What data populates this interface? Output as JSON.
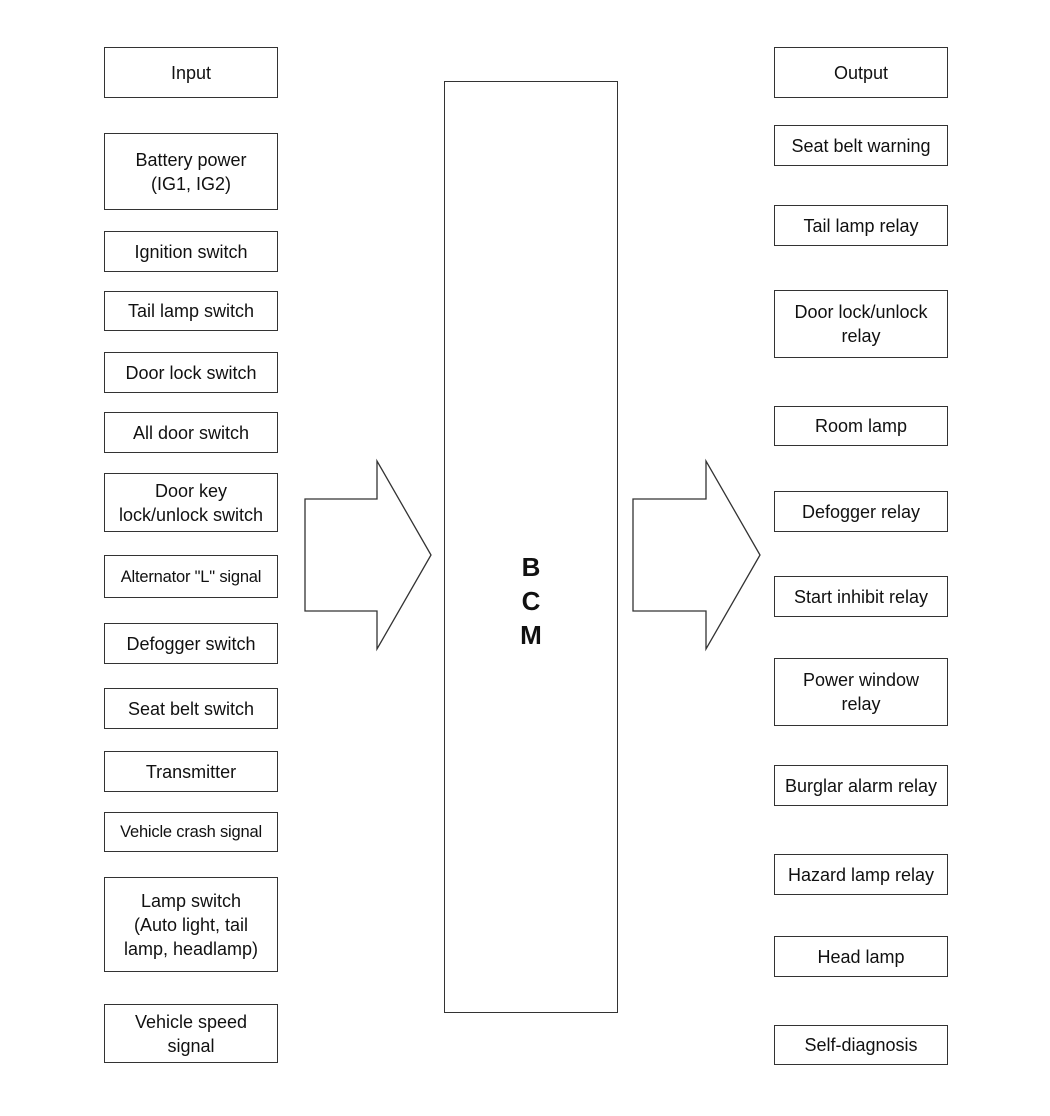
{
  "inputs": {
    "header": "Input",
    "items": [
      {
        "lines": [
          "Battery power",
          "(IG1, IG2)"
        ]
      },
      {
        "lines": [
          "Ignition switch"
        ]
      },
      {
        "lines": [
          "Tail lamp switch"
        ]
      },
      {
        "lines": [
          "Door lock switch"
        ]
      },
      {
        "lines": [
          "All door switch"
        ]
      },
      {
        "lines": [
          "Door key",
          "lock/unlock switch"
        ]
      },
      {
        "lines": [
          "Alternator \"L\" signal"
        ]
      },
      {
        "lines": [
          "Defogger switch"
        ]
      },
      {
        "lines": [
          "Seat belt switch"
        ]
      },
      {
        "lines": [
          "Transmitter"
        ]
      },
      {
        "lines": [
          "Vehicle crash signal"
        ]
      },
      {
        "lines": [
          "Lamp switch",
          "(Auto light, tail",
          "lamp, headlamp)"
        ]
      },
      {
        "lines": [
          "Vehicle speed",
          "signal"
        ]
      }
    ]
  },
  "center": {
    "letters": [
      "B",
      "C",
      "M"
    ]
  },
  "outputs": {
    "header": "Output",
    "items": [
      {
        "lines": [
          "Seat belt warning"
        ]
      },
      {
        "lines": [
          "Tail lamp relay"
        ]
      },
      {
        "lines": [
          "Door lock/unlock",
          "relay"
        ]
      },
      {
        "lines": [
          "Room lamp"
        ]
      },
      {
        "lines": [
          "Defogger relay"
        ]
      },
      {
        "lines": [
          "Start inhibit relay"
        ]
      },
      {
        "lines": [
          "Power window",
          "relay"
        ]
      },
      {
        "lines": [
          "Burglar alarm relay"
        ]
      },
      {
        "lines": [
          "Hazard lamp relay"
        ]
      },
      {
        "lines": [
          "Head lamp"
        ]
      },
      {
        "lines": [
          "Self-diagnosis"
        ]
      }
    ]
  }
}
